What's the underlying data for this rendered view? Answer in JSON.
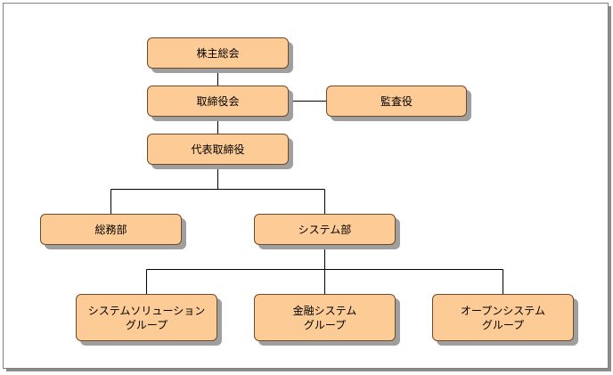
{
  "org_chart": {
    "nodes": {
      "shareholders_meeting": {
        "label": "株主総会"
      },
      "board_of_directors": {
        "label": "取締役会"
      },
      "auditor": {
        "label": "監査役"
      },
      "representative_director": {
        "label": "代表取締役"
      },
      "general_affairs": {
        "label": "総務部"
      },
      "systems_dept": {
        "label": "システム部"
      },
      "system_solution_group": {
        "line1": "システムソリューション",
        "line2": "グループ"
      },
      "financial_system_group": {
        "line1": "金融システム",
        "line2": "グループ"
      },
      "open_system_group": {
        "line1": "オープンシステム",
        "line2": "グループ"
      }
    },
    "colors": {
      "node_fill": "#fccb96",
      "node_border": "#6e4a2a",
      "connector": "#000000"
    }
  }
}
